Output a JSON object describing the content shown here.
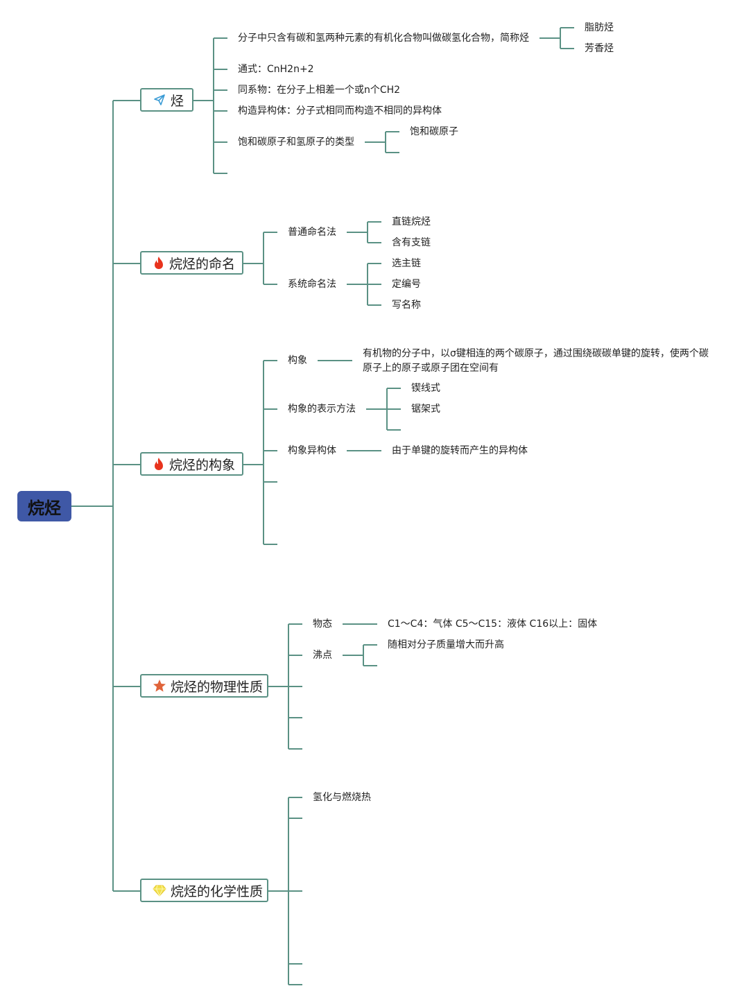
{
  "root": {
    "label": "烷烃",
    "color": "#3f58a6"
  },
  "line_color": "#5a9184",
  "branches": [
    {
      "label": "烃",
      "icon": "paper-plane-icon",
      "children": [
        {
          "label": "分子中只含有碳和氢两种元素的有机化合物叫做碳氢化合物，简称烃",
          "children": [
            "脂肪烃",
            "芳香烃"
          ]
        },
        {
          "label": "通式：CnH2n+2"
        },
        {
          "label": "同系物：在分子上相差一个或n个CH2"
        },
        {
          "label": "构造异构体：分子式相同而构造不相同的异构体"
        },
        {
          "label": "饱和碳原子和氢原子的类型",
          "children": [
            "饱和碳原子",
            ""
          ]
        },
        {
          "label": ""
        }
      ]
    },
    {
      "label": "烷烃的命名",
      "icon": "fire-icon",
      "children": [
        {
          "label": "普通命名法",
          "children": [
            "直链烷烃",
            "含有支链"
          ]
        },
        {
          "label": "系统命名法",
          "children": [
            "选主链",
            "定编号",
            "写名称"
          ]
        }
      ]
    },
    {
      "label": "烷烃的构象",
      "icon": "fire-icon",
      "children": [
        {
          "label": "构象",
          "children": [
            "有机物的分子中，以σ键相连的两个碳原子，通过围绕碳碳单键的旋转，使两个碳原子上的原子或原子团在空间有"
          ]
        },
        {
          "label": "构象的表示方法",
          "children": [
            "锲线式",
            "锯架式",
            ""
          ]
        },
        {
          "label": "构象异构体",
          "children": [
            "由于单键的旋转而产生的异构体"
          ]
        },
        {
          "label": ""
        },
        {
          "label": ""
        }
      ]
    },
    {
      "label": "烷烃的物理性质",
      "icon": "star-icon",
      "children": [
        {
          "label": "物态",
          "children": [
            "C1～C4：气体 C5～C15：液体 C16以上：固体"
          ]
        },
        {
          "label": "沸点",
          "children": [
            "随相对分子质量增大而升高",
            ""
          ]
        },
        {
          "label": ""
        },
        {
          "label": ""
        },
        {
          "label": ""
        }
      ]
    },
    {
      "label": "烷烃的化学性质",
      "icon": "diamond-icon",
      "children": [
        {
          "label": "氢化与燃烧热"
        },
        {
          "label": ""
        },
        {
          "label": ""
        },
        {
          "label": ""
        },
        {
          "label": ""
        }
      ]
    }
  ]
}
